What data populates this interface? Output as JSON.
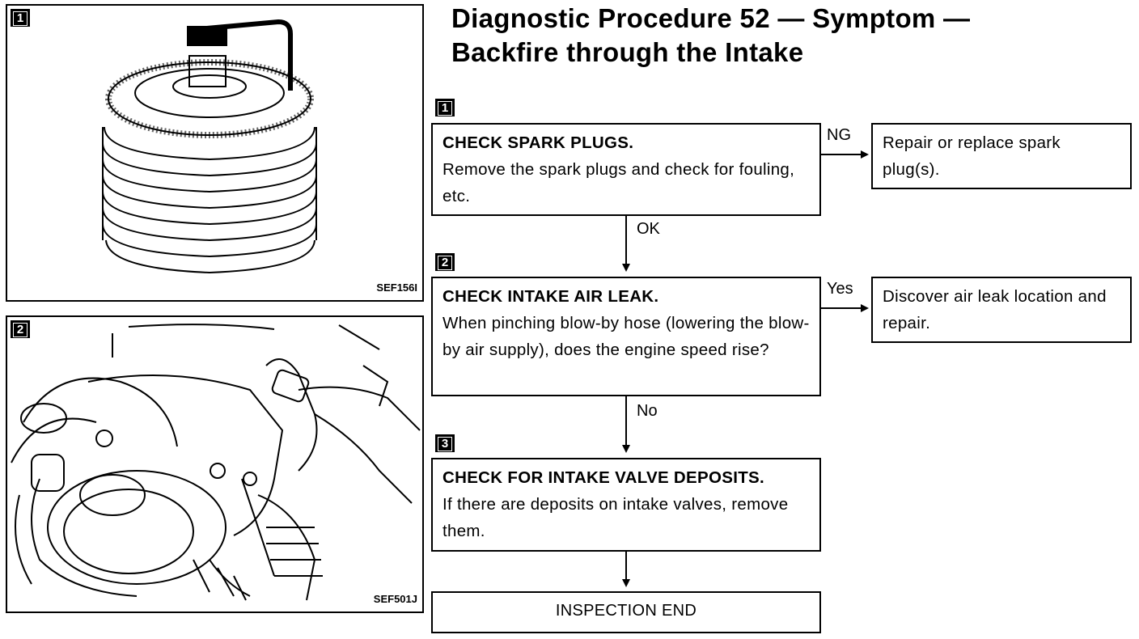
{
  "title": {
    "line1": "Diagnostic Procedure 52 — Symptom —",
    "line2": "Backfire through the Intake"
  },
  "figures": [
    {
      "badge": "1",
      "caption": "SEF156I"
    },
    {
      "badge": "2",
      "caption": "SEF501J"
    }
  ],
  "steps": [
    {
      "badge": "1",
      "heading": "CHECK SPARK PLUGS.",
      "text": "Remove the spark plugs and check for fouling, etc."
    },
    {
      "badge": "2",
      "heading": "CHECK INTAKE AIR LEAK.",
      "text": "When pinching blow-by hose (lowering the blow-by air supply), does the engine speed rise?"
    },
    {
      "badge": "3",
      "heading": "CHECK FOR INTAKE VALVE DEPOSITS.",
      "text": "If there are deposits on intake valves, remove them."
    }
  ],
  "branches": [
    {
      "label": "NG",
      "action": "Repair or replace spark plug(s)."
    },
    {
      "label": "Yes",
      "action": "Discover air leak location and repair."
    }
  ],
  "flow_labels": {
    "ok": "OK",
    "no": "No"
  },
  "end": "INSPECTION END"
}
